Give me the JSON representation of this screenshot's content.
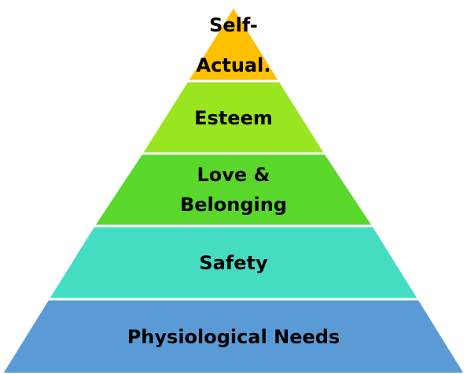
{
  "pyramid": {
    "tiers": [
      {
        "lines": [
          "Self-",
          "Actual."
        ],
        "color": "#FFC000"
      },
      {
        "lines": [
          "Esteem"
        ],
        "color": "#99E51F"
      },
      {
        "lines": [
          "Love &",
          "Belonging"
        ],
        "color": "#59D82B"
      },
      {
        "lines": [
          "Safety"
        ],
        "color": "#45DCC4"
      },
      {
        "lines": [
          "Physiological Needs"
        ],
        "color": "#5B9BD5"
      }
    ]
  }
}
